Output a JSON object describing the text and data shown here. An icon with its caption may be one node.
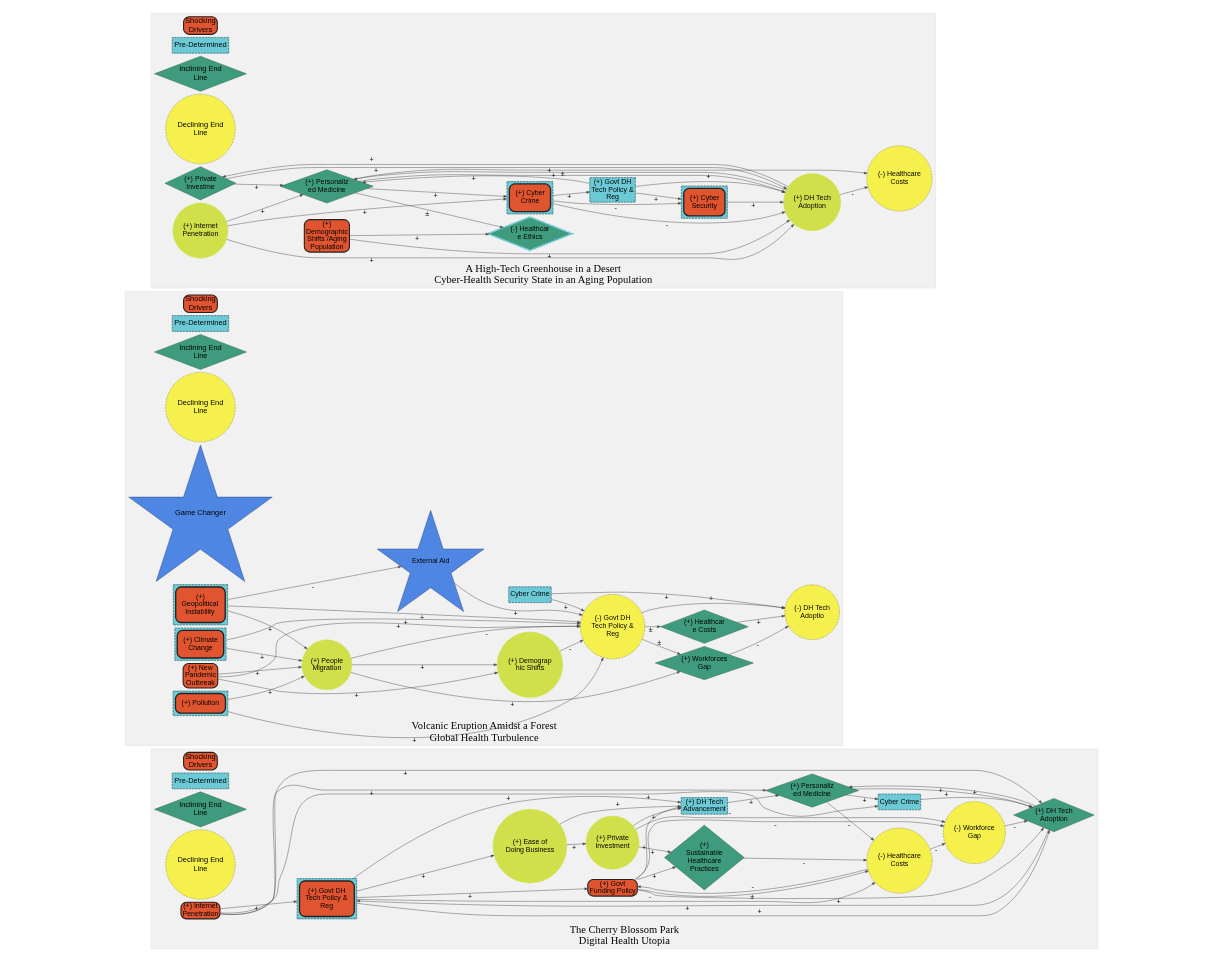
{
  "diagram": {
    "nodes": [
      {
        "text": [
          "The Cherry Blossom Park",
          "Digital Health Utopia"
        ]
      },
      {
        "text": [
          "Shocking Drivers"
        ],
        "in": 0
      },
      {
        "text": [
          "Pre-Determined"
        ],
        "in": 0
      },
      {
        "text": [
          "Inclining End Line"
        ],
        "in": 0
      },
      {
        "text": [
          "Declining End Line"
        ],
        "in": 0
      },
      {
        "text": [
          "(+) Ease of Doing Business"
        ],
        "in": 0
      },
      {
        "text": [
          "(+) DH Tech Advancement"
        ],
        "in": 0
      },
      {
        "text": [
          "(+) Private Investment"
        ],
        "in": 0
      },
      {
        "text": [
          "(+) Govt DH Tech Policy & Reg"
        ],
        "in": 0
      },
      {
        "text": [
          "(+) Govt Funding Policy"
        ],
        "in": 0
      },
      {
        "text": [
          "(+) Sustainable Healthcare Practices"
        ],
        "in": 0
      },
      {
        "text": [
          "(+) DH Tech Adoption"
        ],
        "in": 0
      },
      {
        "text": [
          "(-) Workforce Gap"
        ],
        "in": 0
      },
      {
        "text": [
          "(+) Internet Penetration"
        ],
        "in": 0
      },
      {
        "text": [
          "Cyber Crime"
        ],
        "in": 0
      },
      {
        "text": [
          "(-) Healthcare Costs"
        ],
        "in": 0
      },
      {
        "text": [
          "(+) Personaliz ed Medicine"
        ],
        "in": 0
      },
      {
        "text": [
          "Volcanic Eruption Amidst a Forest",
          "Global Health Turbulence"
        ]
      },
      {
        "text": [
          "Shocking Drivers"
        ],
        "in": 17
      },
      {
        "text": [
          "Pre-Determined"
        ],
        "in": 17
      },
      {
        "text": [
          "Inclining End Line"
        ],
        "in": 17
      },
      {
        "text": [
          "Declining End Line"
        ],
        "in": 17
      },
      {
        "text": [
          "Game Changer"
        ],
        "in": 17
      },
      {
        "text": [
          "(+) Geopolitical Instability"
        ],
        "in": 17
      },
      {
        "text": [
          "External Aid"
        ],
        "in": 17
      },
      {
        "text": [
          "(+) New Pandemic Outbreak"
        ],
        "in": 17
      },
      {
        "text": [
          "(+) Healthcar e Costs"
        ],
        "in": 17
      },
      {
        "text": [
          "(+) Demograp hic Shifts"
        ],
        "in": 17
      },
      {
        "text": [
          "(-) Govt DH Tech Policy & Reg"
        ],
        "in": 17
      },
      {
        "text": [
          "(-) DH Tech Adoptio"
        ],
        "in": 17
      },
      {
        "text": [
          "(+) People Migration"
        ],
        "in": 17
      },
      {
        "text": [
          "Cyber Crime"
        ],
        "in": 17
      },
      {
        "text": [
          "(+) Climate Change"
        ],
        "in": 17
      },
      {
        "text": [
          "(+) Workforces Gap"
        ],
        "in": 17
      },
      {
        "text": [
          "(+) Pollution"
        ],
        "in": 17
      },
      {
        "text": [
          "A High-Tech Greenhouse in a Desert",
          "Cyber-Health Security State in an Aging Population"
        ]
      },
      {
        "text": [
          "Shocking Drivers"
        ],
        "in": 35
      },
      {
        "text": [
          "Pre-Determined"
        ],
        "in": 35
      },
      {
        "text": [
          "Inclining End Line"
        ],
        "in": 35
      },
      {
        "text": [
          "Declining End Line"
        ],
        "in": 35
      },
      {
        "text": [
          "(-) Healthcar e Ethics"
        ],
        "in": 35
      },
      {
        "text": [
          "(+) Personaliz ed Medicine"
        ],
        "in": 35
      },
      {
        "text": [
          "(+) Private Investme"
        ],
        "in": 35
      },
      {
        "text": [
          "(-) Healthcare Costs"
        ],
        "in": 35
      },
      {
        "text": [
          "(+) Internet Penetration"
        ],
        "in": 35
      },
      {
        "text": [
          "(+) Cyber Crime"
        ],
        "in": 35
      },
      {
        "text": [
          "(+) Demographic Shifts /Aging Population"
        ],
        "in": 35
      },
      {
        "text": [
          "(+) DH Tech Adoption"
        ],
        "in": 35
      },
      {
        "text": [
          "(+) Govt DH Tech Policy & Reg"
        ],
        "in": 35
      },
      {
        "text": [
          "(+) Cyber Security"
        ],
        "in": 35
      }
    ],
    "edges": [
      {
        "from": 8,
        "to": 5,
        "arrow": "to",
        "label": "+"
      },
      {
        "from": 5,
        "to": 7,
        "arrow": "to",
        "label": "+"
      },
      {
        "from": 5,
        "to": 6,
        "arrow": "to",
        "label": "+"
      },
      {
        "from": 7,
        "to": 6,
        "arrow": "to",
        "label": "+"
      },
      {
        "from": 9,
        "to": 6,
        "arrow": "to",
        "label": "+"
      },
      {
        "from": 8,
        "to": 6,
        "arrow": "to",
        "label": "+"
      },
      {
        "from": 6,
        "to": 16,
        "arrow": "to",
        "label": "+"
      },
      {
        "from": 8,
        "to": 9,
        "arrow": "to",
        "label": "+"
      },
      {
        "from": 11,
        "to": 8,
        "arrow": "to",
        "label": "+"
      },
      {
        "from": 9,
        "to": 10,
        "arrow": "to",
        "label": "+"
      },
      {
        "from": 7,
        "to": 10,
        "arrow": "to",
        "label": "+"
      },
      {
        "from": 9,
        "to": 12,
        "arrow": "to",
        "label": "-"
      },
      {
        "from": 9,
        "to": 15,
        "arrow": "to",
        "label": "±"
      },
      {
        "from": 9,
        "to": 11,
        "arrow": "to",
        "label": "+"
      },
      {
        "from": 12,
        "to": 11,
        "arrow": "to",
        "label": "-"
      },
      {
        "from": 7,
        "to": 12,
        "arrow": "to",
        "label": "-"
      },
      {
        "from": 10,
        "to": 15,
        "arrow": "to",
        "label": "-"
      },
      {
        "from": 15,
        "to": 12,
        "arrow": "to",
        "label": "-"
      },
      {
        "from": 15,
        "to": 9,
        "arrow": "to",
        "label": "-"
      },
      {
        "from": 8,
        "to": 15,
        "arrow": "to",
        "label": "-"
      },
      {
        "from": 8,
        "to": 11,
        "arrow": "to",
        "label": "+"
      },
      {
        "from": 13,
        "to": 8,
        "arrow": "to",
        "label": "+"
      },
      {
        "from": 13,
        "to": 11,
        "arrow": "to",
        "label": "+"
      },
      {
        "from": 13,
        "to": 14,
        "arrow": "to",
        "label": "+"
      },
      {
        "from": 14,
        "to": 11,
        "arrow": "to",
        "label": "+"
      },
      {
        "from": 11,
        "to": 16,
        "arrow": "to",
        "label": "+"
      },
      {
        "from": 16,
        "to": 11,
        "arrow": "to",
        "label": "+"
      },
      {
        "from": 16,
        "to": 14,
        "arrow": "to",
        "label": "+"
      },
      {
        "from": 13,
        "to": 16,
        "arrow": "to",
        "label": "+"
      },
      {
        "from": 16,
        "to": 15,
        "arrow": "to",
        "label": "-"
      },
      {
        "from": 23,
        "to": 24,
        "arrow": "to",
        "label": "-"
      },
      {
        "from": 23,
        "to": 28,
        "arrow": "to",
        "label": "+"
      },
      {
        "from": 24,
        "to": 28,
        "arrow": "to",
        "label": "+"
      },
      {
        "from": 25,
        "to": 28,
        "arrow": "to",
        "label": "+"
      },
      {
        "from": 25,
        "to": 27,
        "arrow": "to",
        "label": "+"
      },
      {
        "from": 23,
        "to": 30,
        "arrow": "to",
        "label": "+"
      },
      {
        "from": 25,
        "to": 30,
        "arrow": "to",
        "label": "+"
      },
      {
        "from": 27,
        "to": 28,
        "arrow": "to",
        "label": "-"
      },
      {
        "from": 30,
        "to": 28,
        "arrow": "to",
        "label": "-"
      },
      {
        "from": 30,
        "to": 27,
        "arrow": "to",
        "label": "+"
      },
      {
        "from": 28,
        "to": 26,
        "arrow": "to",
        "label": "±"
      },
      {
        "from": 28,
        "to": 29,
        "arrow": "to",
        "label": "+"
      },
      {
        "from": 26,
        "to": 29,
        "arrow": "to",
        "label": "+"
      },
      {
        "from": 31,
        "to": 28,
        "arrow": "to",
        "label": "+"
      },
      {
        "from": 31,
        "to": 29,
        "arrow": "to",
        "label": "+"
      },
      {
        "from": 28,
        "to": 33,
        "arrow": "to",
        "label": "±"
      },
      {
        "from": 33,
        "to": 29,
        "arrow": "to",
        "label": "-"
      },
      {
        "from": 30,
        "to": 33,
        "arrow": "to",
        "label": "+"
      },
      {
        "from": 32,
        "to": 28,
        "arrow": "to",
        "label": "+"
      },
      {
        "from": 34,
        "to": 28,
        "arrow": "to",
        "label": "+"
      },
      {
        "from": 32,
        "to": 30,
        "arrow": "to",
        "label": "+"
      },
      {
        "from": 34,
        "to": 30,
        "arrow": "to",
        "label": "+"
      },
      {
        "from": 41,
        "to": 40,
        "arrow": "to",
        "label": "±"
      },
      {
        "from": 46,
        "to": 40,
        "arrow": "to",
        "label": "+"
      },
      {
        "from": 46,
        "to": 47,
        "arrow": "to",
        "label": "+"
      },
      {
        "from": 42,
        "to": 41,
        "arrow": "to",
        "label": "+"
      },
      {
        "from": 42,
        "to": 47,
        "arrow": "to",
        "label": "+"
      },
      {
        "from": 47,
        "to": 42,
        "arrow": "to",
        "label": "+"
      },
      {
        "from": 47,
        "to": 41,
        "arrow": "to",
        "label": "+"
      },
      {
        "from": 41,
        "to": 47,
        "arrow": "to",
        "label": "+"
      },
      {
        "from": 41,
        "to": 43,
        "arrow": "to",
        "label": "±"
      },
      {
        "from": 47,
        "to": 43,
        "arrow": "to",
        "label": "-"
      },
      {
        "from": 41,
        "to": 45,
        "arrow": "to",
        "label": "+"
      },
      {
        "from": 44,
        "to": 45,
        "arrow": "to",
        "label": "+"
      },
      {
        "from": 44,
        "to": 41,
        "arrow": "to",
        "label": "+"
      },
      {
        "from": 45,
        "to": 47,
        "arrow": "to",
        "label": "-"
      },
      {
        "from": 45,
        "to": 48,
        "arrow": "to",
        "label": "+"
      },
      {
        "from": 48,
        "to": 49,
        "arrow": "to",
        "label": "+"
      },
      {
        "from": 48,
        "to": 47,
        "arrow": "to",
        "label": "+"
      },
      {
        "from": 49,
        "to": 47,
        "arrow": "to",
        "label": "+"
      },
      {
        "from": 45,
        "to": 49,
        "arrow": "to",
        "label": "-"
      },
      {
        "from": 44,
        "to": 47,
        "arrow": "to",
        "label": "+"
      },
      {
        "from": 48,
        "to": 41,
        "arrow": "to",
        "label": "+"
      }
    ]
  }
}
